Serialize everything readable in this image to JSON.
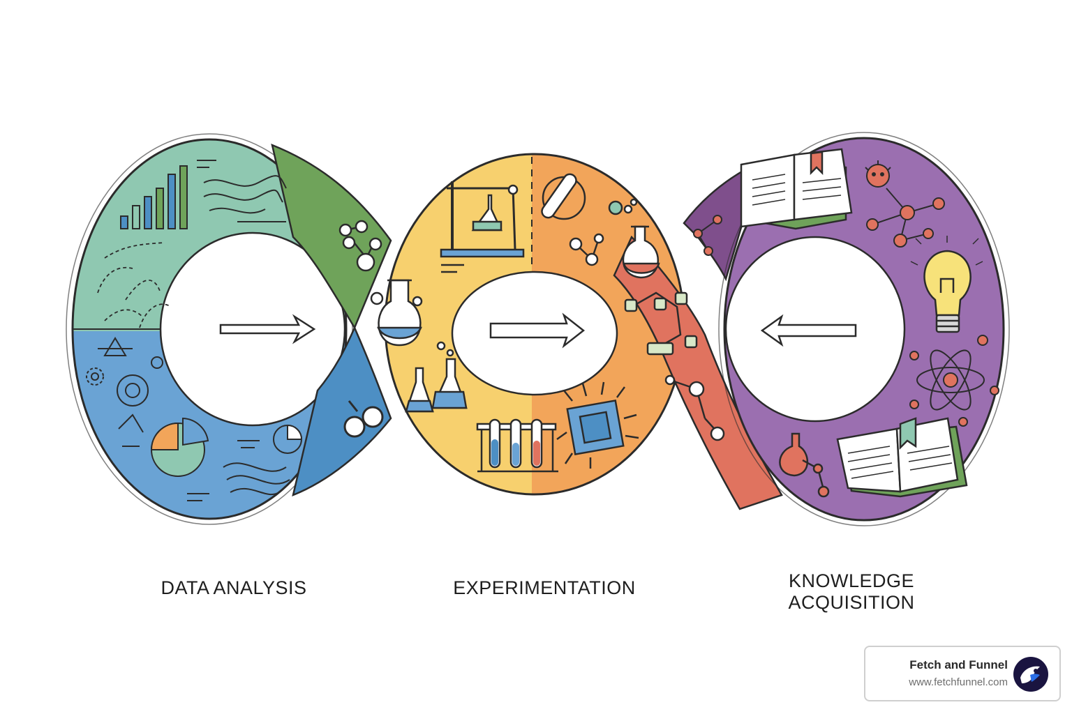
{
  "stages": [
    {
      "label": "DATA ANALYSIS",
      "color": "#8fc8b1"
    },
    {
      "label_lines": [
        "EXPERIMENTATION"
      ],
      "color": "#f7d06e"
    },
    {
      "label_lines": [
        "KNOWLEDGE",
        "ACQUISITION"
      ],
      "color": "#9b6fb0"
    }
  ],
  "labels": {
    "data_analysis": "DATA ANALYSIS",
    "experimentation": "EXPERIMENTATION",
    "knowledge_line1": "KNOWLEDGE",
    "knowledge_line2": "ACQUISITION"
  },
  "arrows": {
    "left_loop": "right",
    "middle_loop": "right",
    "right_loop": "left"
  },
  "colors": {
    "teal": "#8fc8b1",
    "green": "#6fa35a",
    "blue": "#6aa3d4",
    "yellow": "#f7d06e",
    "orange": "#f2a55a",
    "red": "#e0735f",
    "purple": "#9b6fb0",
    "dark_purple": "#7f4f8c",
    "outline": "#2b2b2b"
  },
  "icons": [
    "bar-chart-icon",
    "wave-lines-icon",
    "flow-arrows-icon",
    "compass-icon",
    "gear-icon",
    "recycle-icon",
    "pie-chart-icon",
    "molecule-icon",
    "lab-stand-icon",
    "flask-icon",
    "test-tube-icon",
    "test-tube-rack-icon",
    "circuit-chip-icon",
    "book-icon",
    "virus-icon",
    "lightbulb-icon",
    "atom-icon",
    "open-book-icon"
  ],
  "brand": {
    "name": "Fetch and Funnel",
    "url": "www.fetchfunnel.com",
    "logo_color": "#1a1440"
  }
}
